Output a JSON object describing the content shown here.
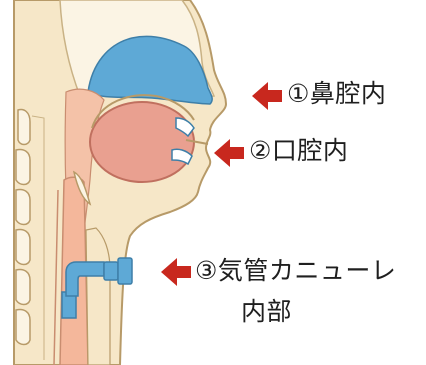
{
  "labels": {
    "nasal": "①鼻腔内",
    "oral": "②口腔内",
    "cannula_line1": "③気管カニューレ",
    "cannula_line2": "内部"
  },
  "colors": {
    "arrow": "#c8281e",
    "nasal_cavity": "#5ea9d6",
    "oral_cavity": "#e9a090",
    "skin": "#f6e7c8",
    "bone": "#fbf4e4",
    "outline": "#b79a68",
    "trachea": "#f4b79b",
    "cannula": "#5ea9d6"
  },
  "icons": [
    "arrow-left-icon"
  ]
}
